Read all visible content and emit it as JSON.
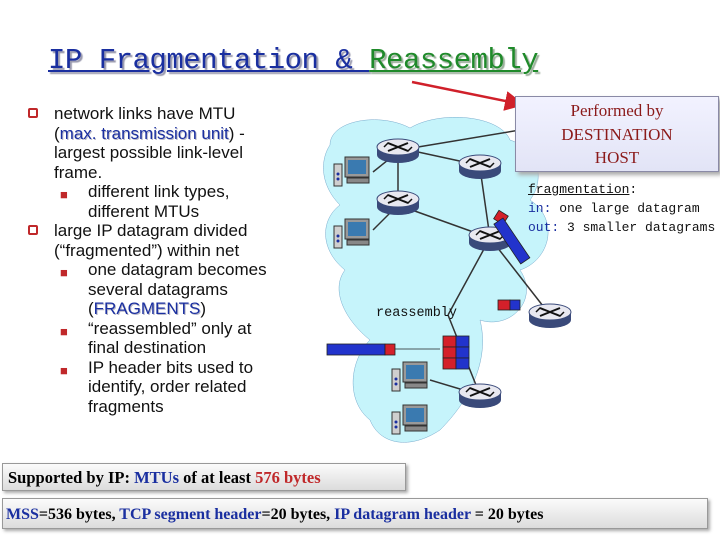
{
  "title": {
    "part1": "IP Fragmentation & ",
    "part2": "Reassembly"
  },
  "bullets": {
    "b1_line1": "network links have MTU",
    "b1_paren_open": "(",
    "b1_mtu_term": "max. transmission unit",
    "b1_paren_close": ") -",
    "b1_line3": "largest possible link-level",
    "b1_line4": "frame.",
    "sub1": "different link types,",
    "sub1_line2": "different MTUs",
    "b2_line1": "large IP datagram divided",
    "b2_line2": "(“fragmented”) within net",
    "sub2": "one datagram becomes",
    "sub2_line2": "several datagrams",
    "sub2_paren_open": "(",
    "sub2_fragments": "FRAGMENTS",
    "sub2_paren_close": ")",
    "sub3": "“reassembled” only at",
    "sub3_line2": "final destination",
    "sub4": "IP header bits used to",
    "sub4_line2": "identify, order related",
    "sub4_line3": "fragments"
  },
  "callout": {
    "line1": "Performed by",
    "line2": "DESTINATION",
    "line3": "HOST"
  },
  "fragmentation": {
    "label": "fragmentation",
    "colon": ":",
    "in_label": "in:",
    "in_text": " one large datagram",
    "out_label": "out:",
    "out_text": " 3 smaller datagrams"
  },
  "reassembly_label": "reassembly",
  "support": {
    "prefix": "Supported by IP:  ",
    "mtus": "MTUs",
    "middle": " of at least ",
    "value": "576 bytes"
  },
  "mss": {
    "mss_label": "MSS",
    "mss_value": "=536 bytes, ",
    "tcp_label": "TCP segment header",
    "tcp_value": "=20 bytes, ",
    "ip_label": "IP datagram header",
    "ip_value": " = 20 bytes"
  },
  "colors": {
    "title_blue": "#1a2fa0",
    "title_green": "#1f8a2a",
    "bullet_red": "#c0282a",
    "network_cloud": "#c6f4fb",
    "fragment_red": "#d4202a",
    "fragment_blue": "#2233cc",
    "callout_text": "#8b1a1a"
  },
  "icons": {
    "bullet": "square-bullet",
    "sub_bullet": "m-bullet",
    "router": "router-icon",
    "host": "workstation-icon",
    "arrow": "red-arrow"
  }
}
